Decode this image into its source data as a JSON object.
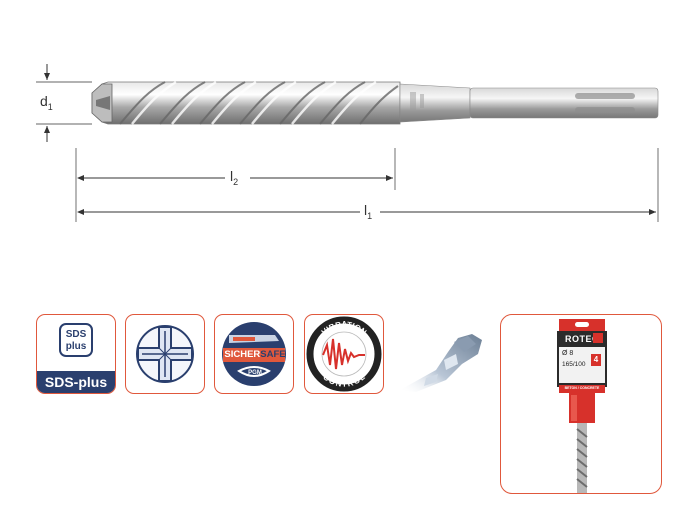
{
  "dimensions": {
    "d1": {
      "base": "d",
      "sub": "1"
    },
    "l2": {
      "base": "l",
      "sub": "2"
    },
    "l1": {
      "base": "l",
      "sub": "1"
    }
  },
  "icons": {
    "sds": {
      "top_line1": "SDS",
      "top_line2": "plus",
      "bar_label": "SDS-plus"
    },
    "sichersafe": {
      "brand_a": "SICHER",
      "brand_b": "SAFE",
      "sub": "PGM"
    },
    "vibration": {
      "top": "VIBRATION",
      "bottom": "CONTROL"
    }
  },
  "package": {
    "brand": "ROTEC",
    "size": "Ø 8",
    "length": "165/100",
    "badge": "4",
    "category": "BETON / CONCRETE"
  },
  "colors": {
    "accent": "#e0583c",
    "navy": "#2a3f6e",
    "package_red": "#d7312b"
  }
}
